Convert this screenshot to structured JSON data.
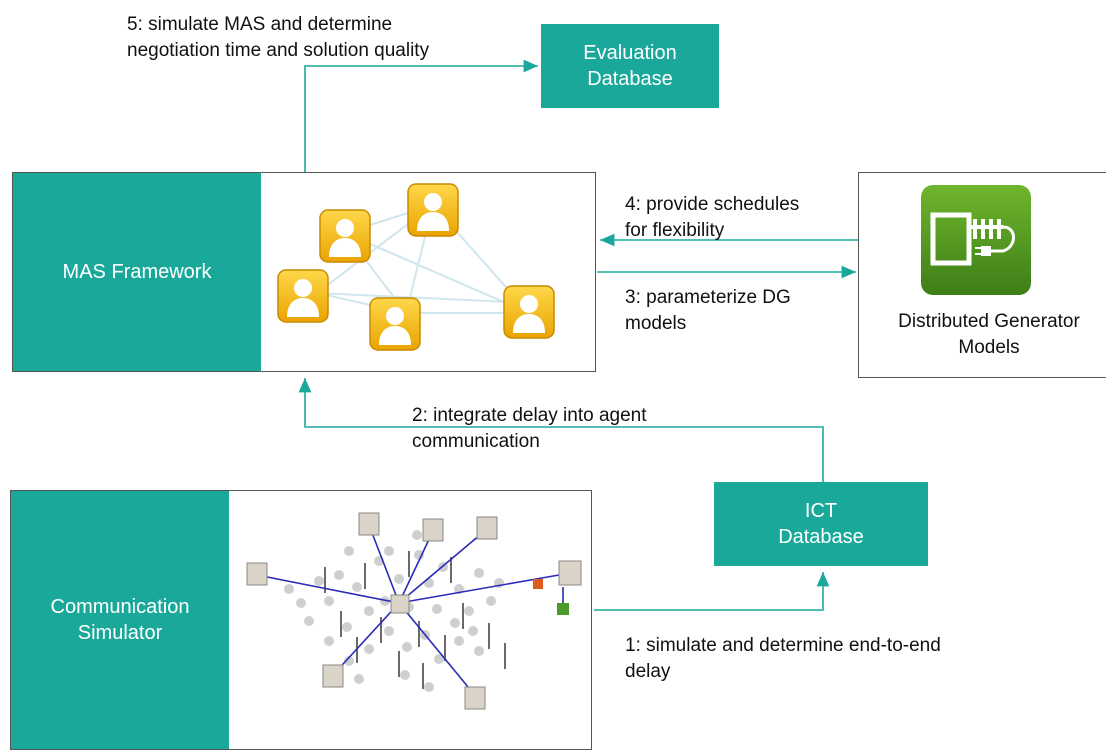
{
  "nodes": {
    "evaluation_db": "Evaluation\nDatabase",
    "mas_framework": "MAS Framework",
    "communication_simulator": "Communication\nSimulator",
    "ict_db": "ICT\nDatabase",
    "dg_models": "Distributed Generator\nModels"
  },
  "steps": {
    "s1": "1: simulate and determine end-to-end\ndelay",
    "s2": "2: integrate delay into agent\ncommunication",
    "s3": "3: parameterize DG\nmodels",
    "s4": "4: provide schedules\nfor flexibility",
    "s5": "5: simulate MAS and determine\nnegotiation time and solution quality"
  },
  "icons": {
    "agent": "agent-person-icon",
    "dg": "heater-plug-icon",
    "network": "network-topology-icon"
  },
  "colors": {
    "teal": "#1aa89a",
    "line": "#1aa89a",
    "agent_gold": "#f2b705",
    "dg_green": "#4f9a1f"
  }
}
